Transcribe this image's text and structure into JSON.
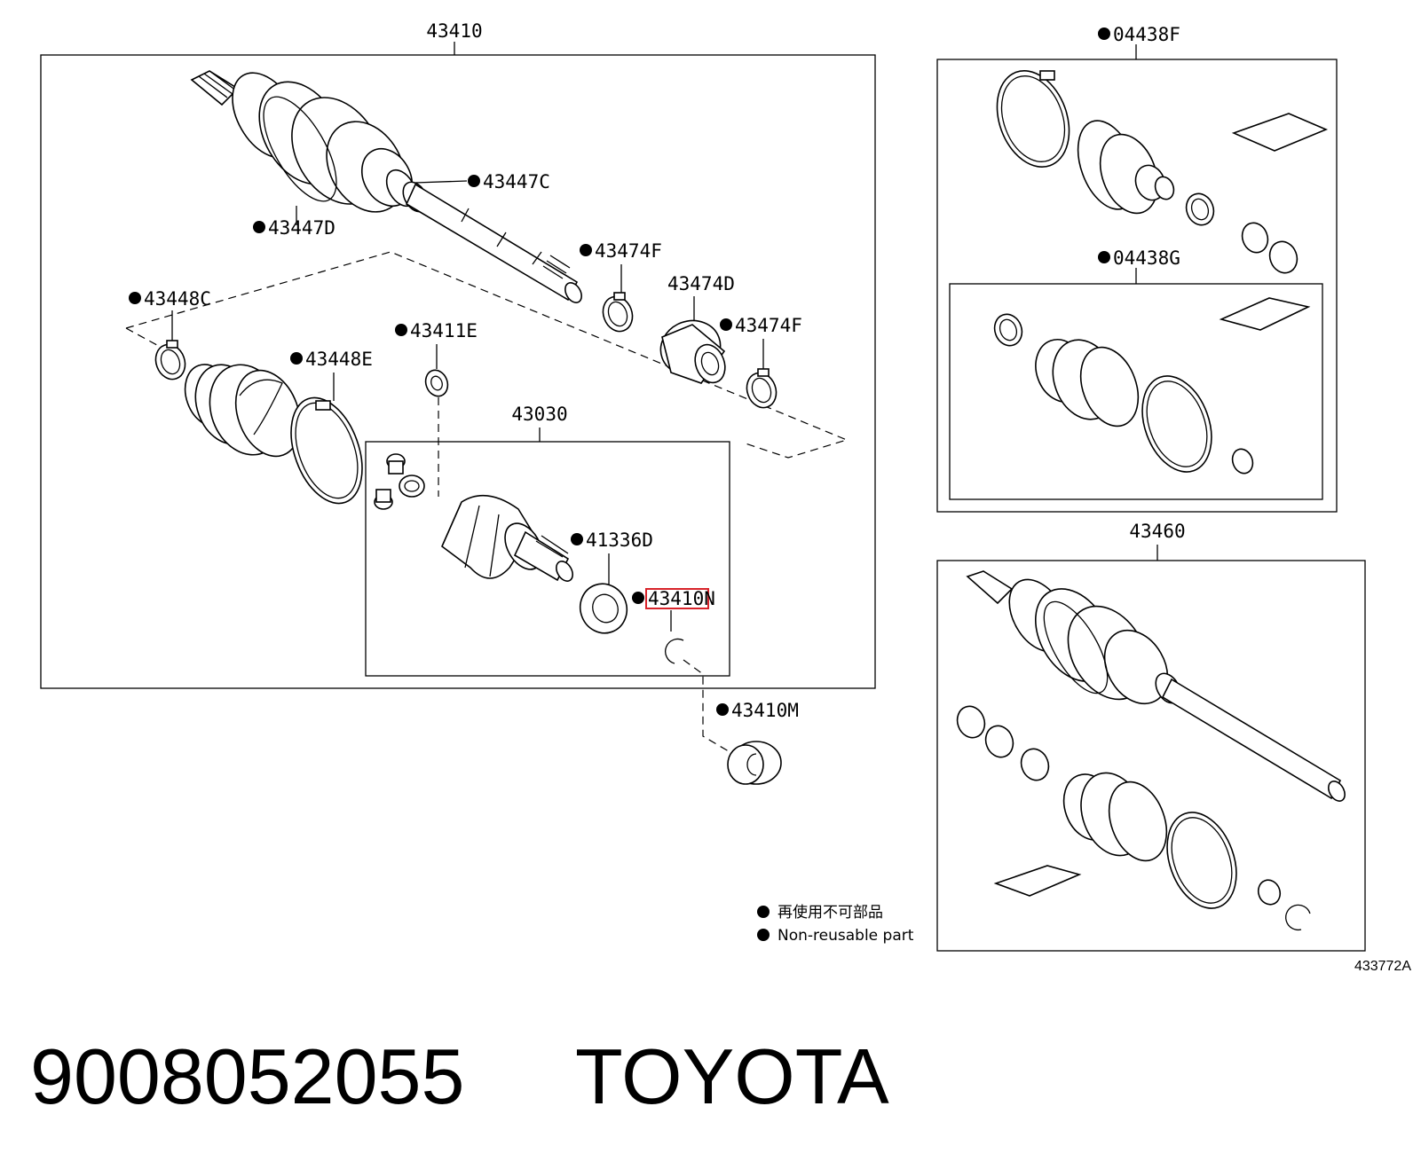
{
  "diagram": {
    "callouts": {
      "a43410": "43410",
      "a43447c": "43447C",
      "a43447d": "43447D",
      "a43474f_1": "43474F",
      "a43474d": "43474D",
      "a43474f_2": "43474F",
      "a43448c": "43448C",
      "a43411e": "43411E",
      "a43448e": "43448E",
      "a43030": "43030",
      "a41336d": "41336D",
      "a43410n": "43410N",
      "a43410m": "43410M",
      "a04438f": "04438F",
      "a04438g": "04438G",
      "a43460": "43460"
    },
    "highlighted_callout": "43410N",
    "highlight_color": "#d8232a",
    "legend": {
      "line1": "再使用不可部品",
      "line2": "Non-reusable part"
    },
    "figure_ref": "433772A"
  },
  "caption": {
    "part_number": "9008052055",
    "brand": "TOYOTA"
  }
}
